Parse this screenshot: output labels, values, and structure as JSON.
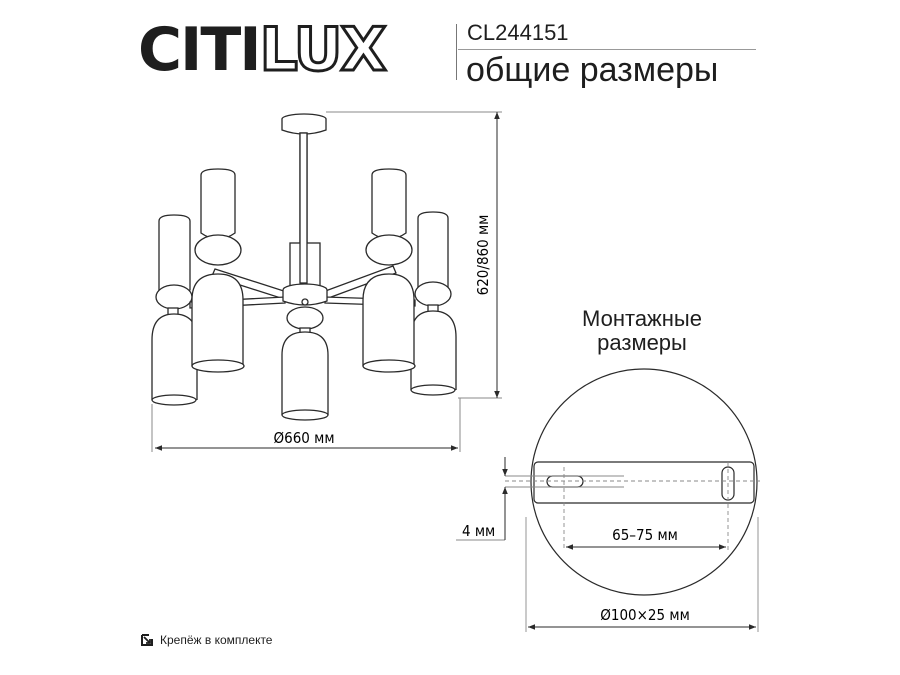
{
  "header": {
    "brand_solid": "CITI",
    "brand_outline": "LUX",
    "model": "CL244151",
    "subtitle": "общие размеры"
  },
  "dimensions": {
    "height": "620/860 мм",
    "diameter": "Ø660 мм"
  },
  "mounting": {
    "title_line1": "Монтажные",
    "title_line2": "размеры",
    "slot_width": "4 мм",
    "hole_spacing": "65–75 мм",
    "plate_size": "Ø100×25 мм"
  },
  "footer": {
    "icon": "mounting-kit-icon",
    "label": "Крепёж в комплекте"
  },
  "colors": {
    "line": "#2a2a2a",
    "dim_line": "#8a8a8a",
    "text": "#1e1e1e"
  }
}
